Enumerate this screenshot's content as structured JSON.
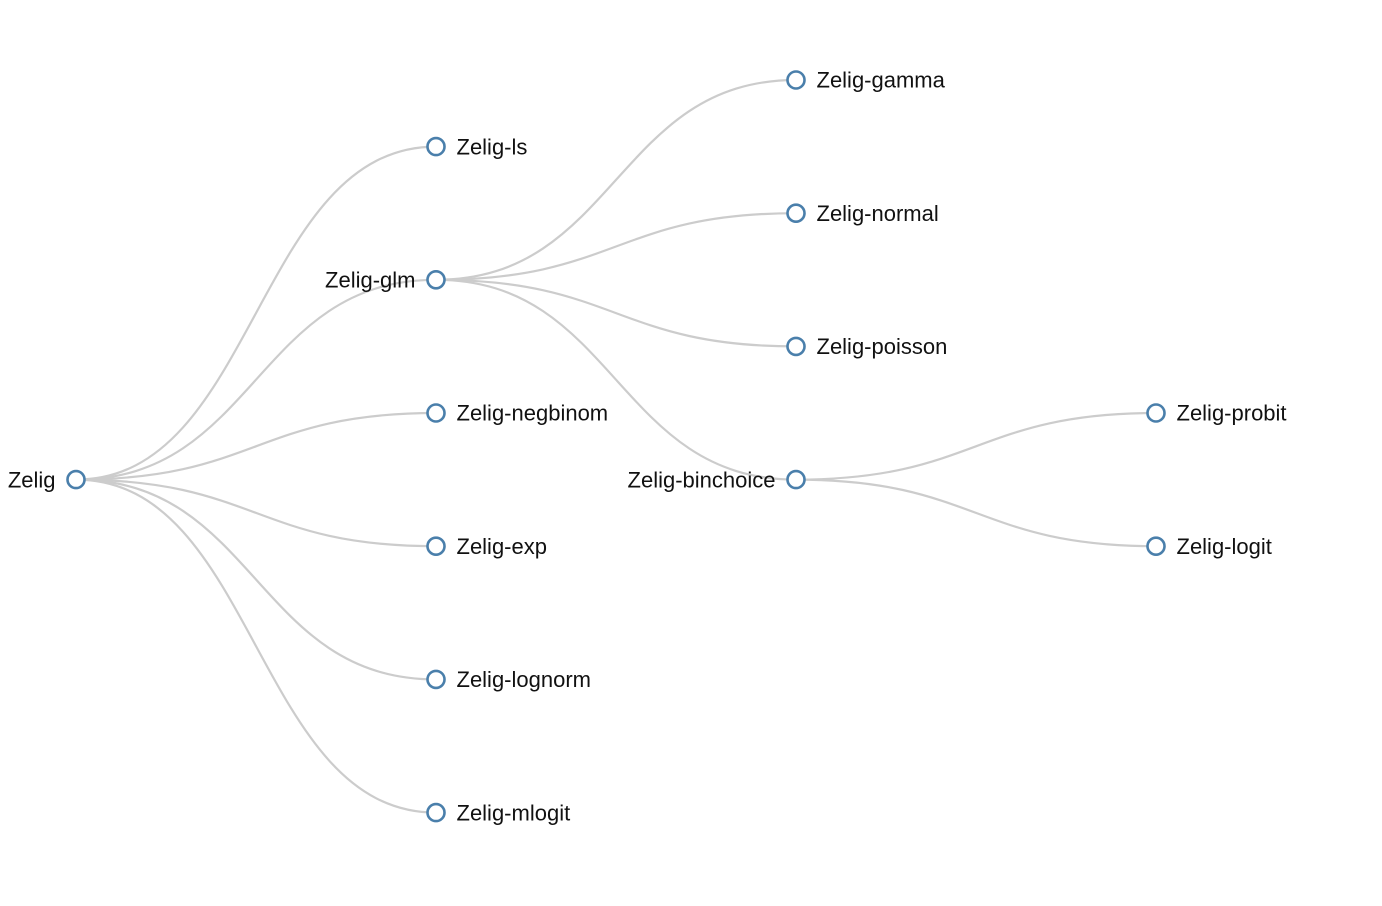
{
  "tree": {
    "name": "Zelig",
    "children": [
      {
        "name": "Zelig-ls"
      },
      {
        "name": "Zelig-glm",
        "children": [
          {
            "name": "Zelig-gamma"
          },
          {
            "name": "Zelig-normal"
          },
          {
            "name": "Zelig-poisson"
          },
          {
            "name": "Zelig-binchoice",
            "children": [
              {
                "name": "Zelig-probit"
              },
              {
                "name": "Zelig-logit"
              }
            ]
          }
        ]
      },
      {
        "name": "Zelig-negbinom"
      },
      {
        "name": "Zelig-exp"
      },
      {
        "name": "Zelig-lognorm"
      },
      {
        "name": "Zelig-mlogit"
      }
    ]
  },
  "colors": {
    "node_stroke": "#4a7fab",
    "node_fill": "#ffffff",
    "link": "#cccccc",
    "label": "#111111"
  }
}
